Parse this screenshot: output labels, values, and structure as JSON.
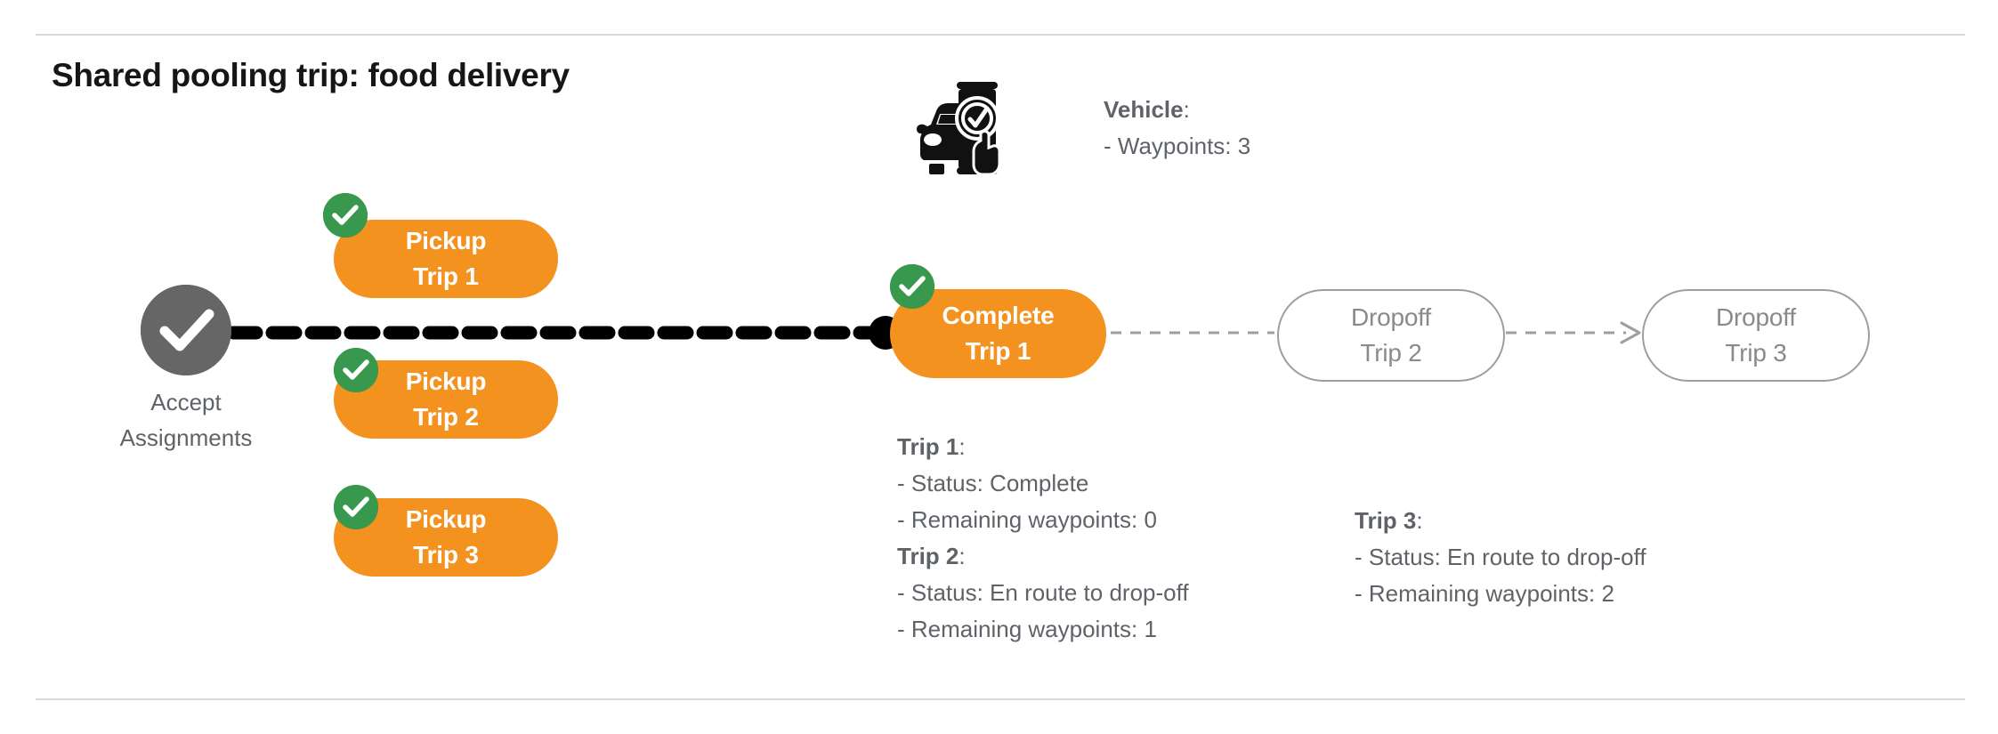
{
  "diagram": {
    "title": "Shared pooling trip: food delivery",
    "type": "flow-diagram",
    "colors": {
      "chip_orange": "#f4921f",
      "badge_green": "#38984e",
      "start_gray": "#666666",
      "outline_gray": "#9e9e9e",
      "text_gray": "#5f6368",
      "rule_gray": "#d9d9d9",
      "connector_black": "#000000"
    }
  },
  "start": {
    "icon": "check-circle-icon",
    "label_line1": "Accept",
    "label_line2": "Assignments"
  },
  "pickups": [
    {
      "line1": "Pickup",
      "line2": "Trip 1",
      "badge": "check-badge-icon",
      "state": "complete"
    },
    {
      "line1": "Pickup",
      "line2": "Trip 2",
      "badge": "check-badge-icon",
      "state": "complete"
    },
    {
      "line1": "Pickup",
      "line2": "Trip 3",
      "badge": "check-badge-icon",
      "state": "complete"
    }
  ],
  "complete_node": {
    "line1": "Complete",
    "line2": "Trip 1",
    "badge": "check-badge-icon",
    "state": "complete"
  },
  "dropoffs": [
    {
      "line1": "Dropoff",
      "line2": "Trip 2",
      "state": "pending"
    },
    {
      "line1": "Dropoff",
      "line2": "Trip 3",
      "state": "pending"
    }
  ],
  "vehicle": {
    "icon": "car-phone-check-icon",
    "heading": "Vehicle",
    "heading_colon": ":",
    "waypoints_line": "- Waypoints: 3"
  },
  "trip_details": [
    {
      "heading": "Trip 1",
      "heading_colon": ":",
      "status_line": "- Status:  Complete",
      "waypoints_line": "- Remaining waypoints: 0"
    },
    {
      "heading": "Trip 2",
      "heading_colon": ":",
      "status_line": "- Status:  En route to drop-off",
      "waypoints_line": "- Remaining waypoints: 1"
    },
    {
      "heading": "Trip 3",
      "heading_colon": ":",
      "status_line": "- Status:  En route to drop-off",
      "waypoints_line": "- Remaining waypoints: 2"
    }
  ]
}
